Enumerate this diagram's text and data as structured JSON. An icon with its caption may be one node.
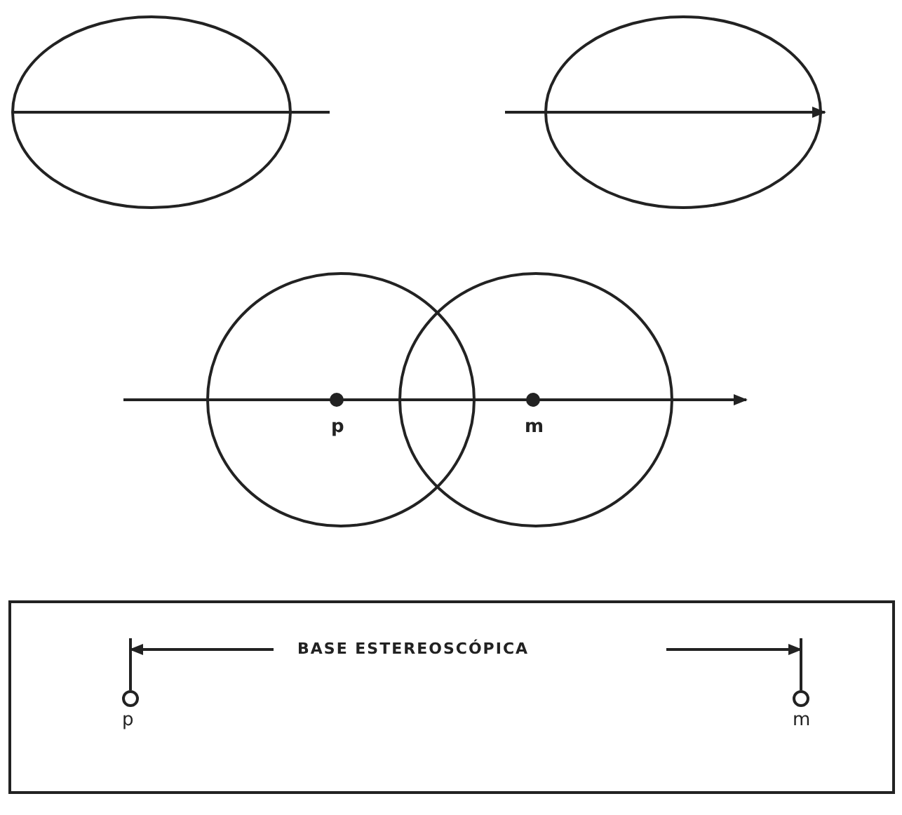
{
  "diagram": {
    "nodes": [
      {
        "text": [
          "BASE ESTEREOSCÓPICA"
        ]
      }
    ],
    "labels": [
      "p",
      "m",
      "p",
      "m"
    ]
  }
}
